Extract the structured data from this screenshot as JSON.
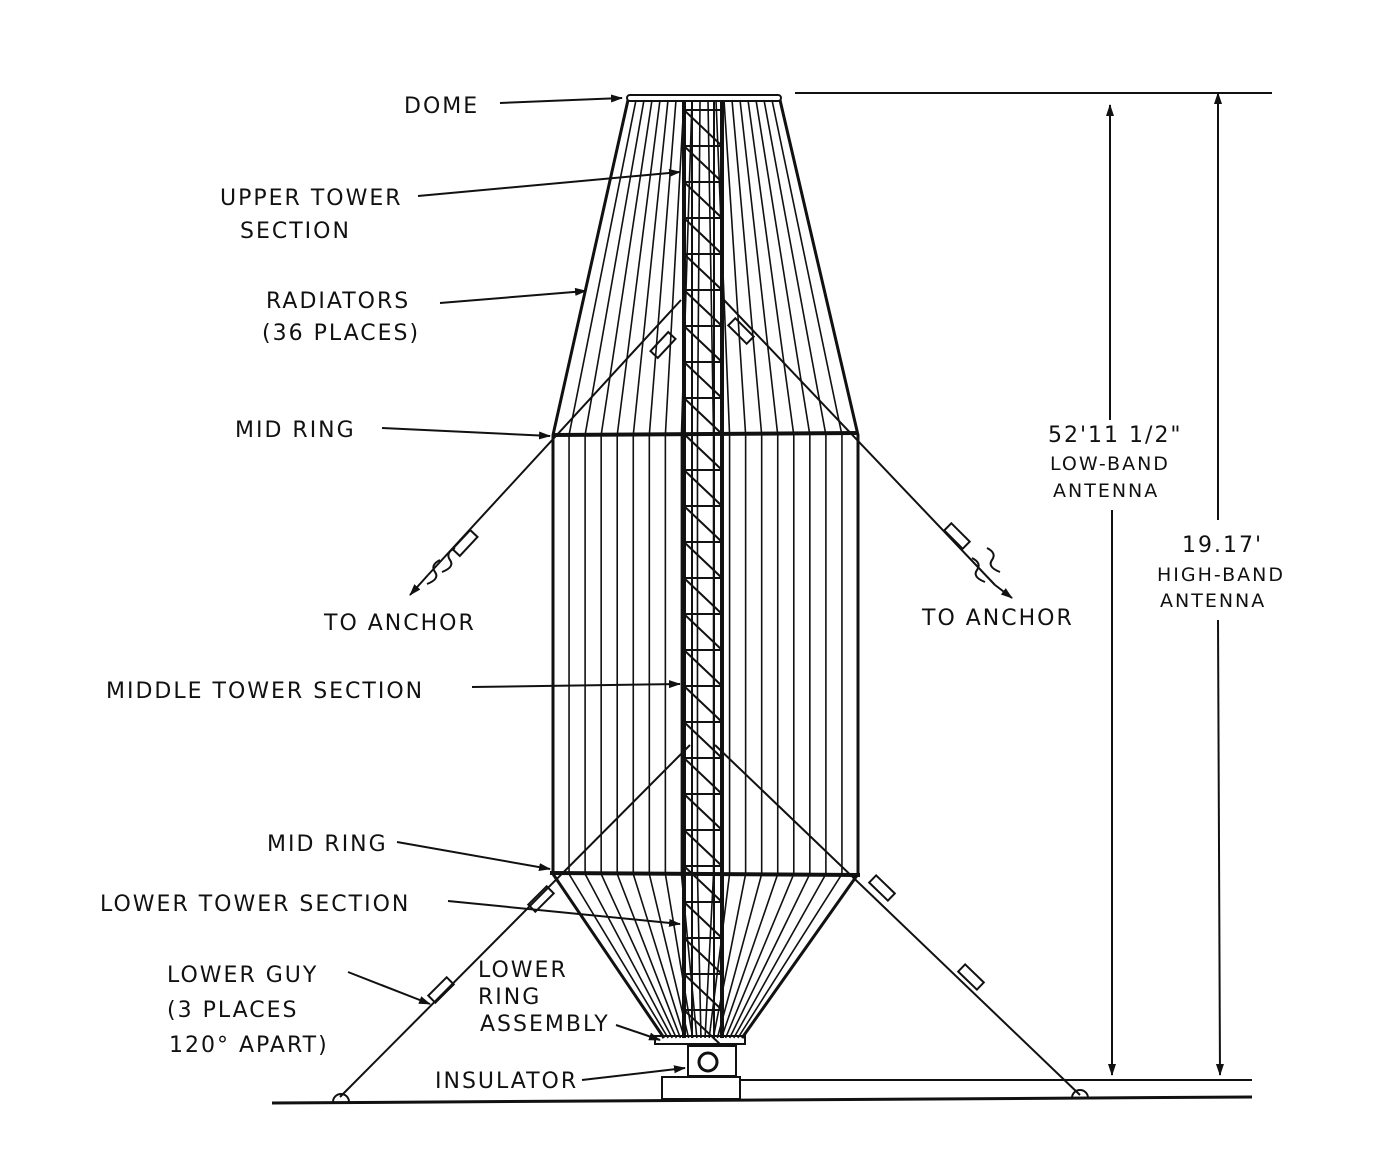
{
  "diagram": {
    "colors": {
      "ink": "#111111",
      "paper": "#ffffff"
    },
    "labels": {
      "dome": "DOME",
      "upper_tower_1": "UPPER TOWER",
      "upper_tower_2": "SECTION",
      "radiators_1": "RADIATORS",
      "radiators_2": "(36 PLACES)",
      "mid_ring_top": "MID RING",
      "to_anchor_left": "TO ANCHOR",
      "to_anchor_right": "TO ANCHOR",
      "middle_tower": "MIDDLE TOWER SECTION",
      "mid_ring_bottom": "MID RING",
      "lower_tower": "LOWER TOWER SECTION",
      "lower_guy_1": "LOWER GUY",
      "lower_guy_2": "(3 PLACES",
      "lower_guy_3": "120° APART)",
      "lower_ring_1": "LOWER",
      "lower_ring_2": "RING",
      "lower_ring_3": "ASSEMBLY",
      "insulator": "INSULATOR"
    },
    "dimensions": {
      "low_band_value": "52'11 1/2\"",
      "low_band_1": "LOW-BAND",
      "low_band_2": "ANTENNA",
      "high_band_value": "19.17'",
      "high_band_1": "HIGH-BAND",
      "high_band_2": "ANTENNA"
    },
    "radiator_count": 36
  }
}
